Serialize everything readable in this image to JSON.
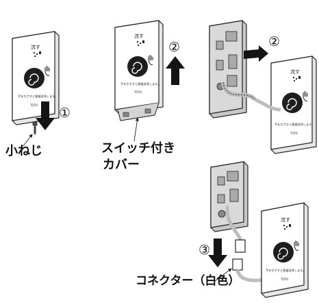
{
  "device_title": "流す",
  "device_caption": "手をかざすと便器洗浄します。",
  "device_logo": "TOTO",
  "steps": [
    "①",
    "②",
    "②",
    "③"
  ],
  "labels": {
    "screw": "小ねじ",
    "cover_line1": "スイッチ付き",
    "cover_line2": "カバー",
    "connector": "コネクター（白色）"
  },
  "colors": {
    "outline": "#222222",
    "device_face": "#ffffff",
    "sensor_disc": "#1e1e1e",
    "base_plate": "#d4d4d4",
    "cable": "#bdbdbd",
    "arrow": "#141414"
  }
}
